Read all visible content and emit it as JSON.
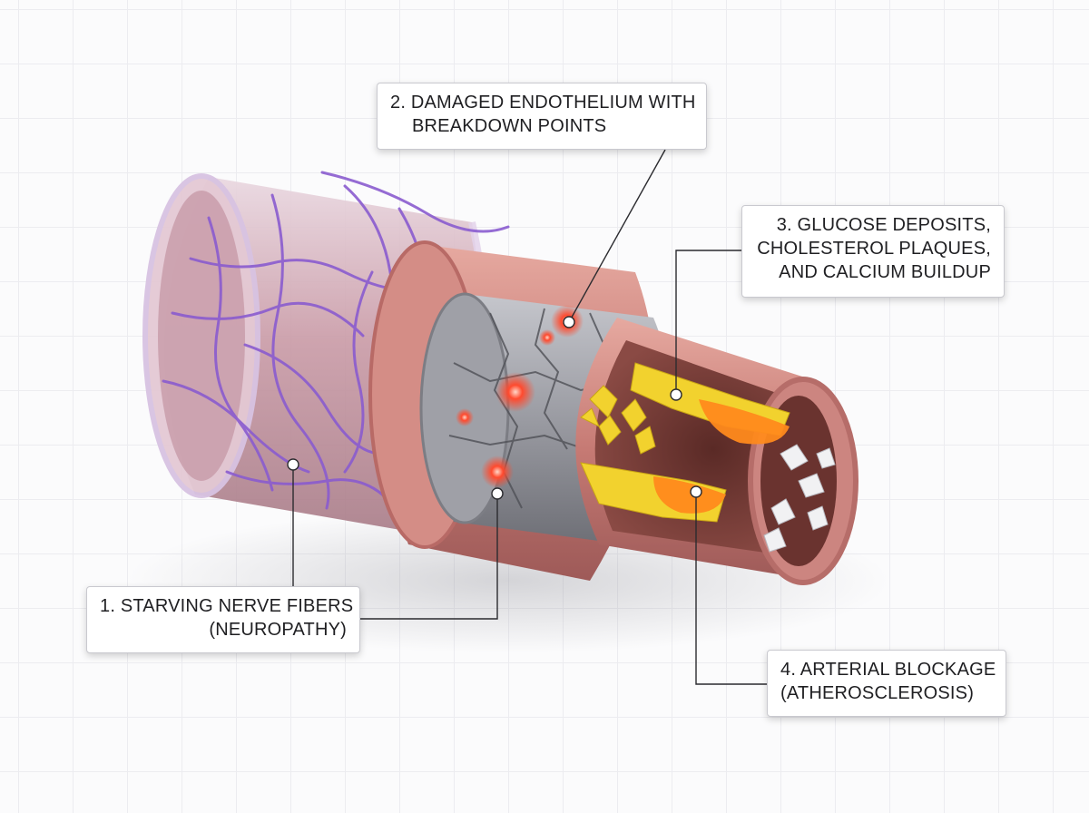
{
  "labels": [
    {
      "id": "1",
      "line1": "1. STARVING NERVE FIBERS",
      "line2": "(NEUROPATHY)"
    },
    {
      "id": "2",
      "line1": "2. DAMAGED ENDOTHELIUM WITH",
      "line2": "BREAKDOWN POINTS"
    },
    {
      "id": "3",
      "line1": "3. GLUCOSE DEPOSITS,",
      "line2": "CHOLESTEROL PLAQUES,",
      "line3": "AND CALCIUM BUILDUP"
    },
    {
      "id": "4",
      "line1": "4. ARTERIAL BLOCKAGE",
      "line2": "(ATHEROSCLEROSIS)"
    }
  ],
  "colors": {
    "background": "#fbfbfc",
    "grid": "#ececf0",
    "outer_sheath": "#d9b6c6",
    "nerve_fibers": "#8a5ccf",
    "artery_wall": "#c97c78",
    "endothelium": "#8e8f96",
    "breakdown_glow": "#ff3b2a",
    "glucose_deposits": "#f2d22e",
    "cholesterol_plaque": "#ff8a1c",
    "calcium": "#f1f1f3",
    "callout_border": "#c9c9cf",
    "leader_line": "#2b2b2f"
  }
}
